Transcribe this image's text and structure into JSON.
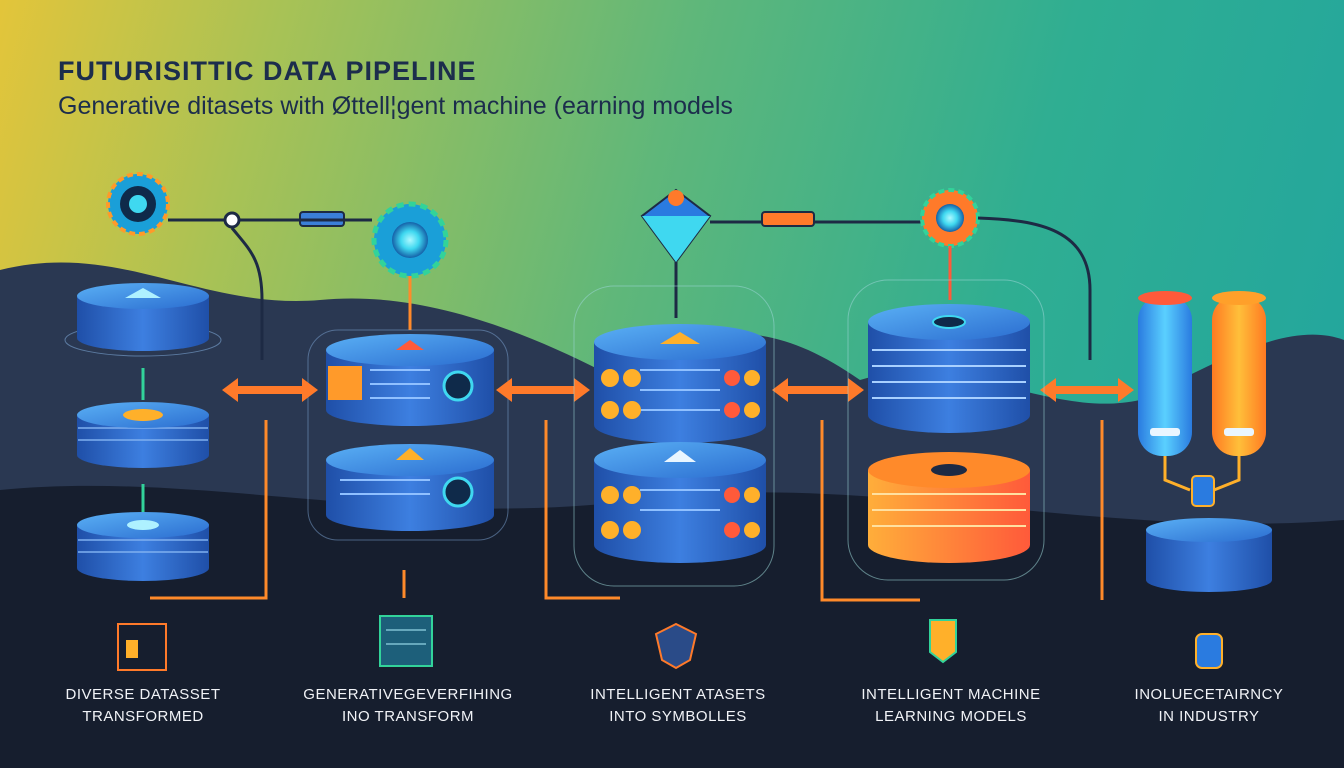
{
  "header": {
    "title": "FUTURISITTIC DATA PIPELINE",
    "subtitle": "Generative ditasets with Øttell¦gent machine (earning models"
  },
  "stages": [
    {
      "line1": "DIVERSE DATASSET",
      "line2": "TRANSFORMED"
    },
    {
      "line1": "GENERATIVEGEVERFIHING",
      "line2": "INO TRANSFORM"
    },
    {
      "line1": "INTELLIGENT ATASETS",
      "line2": "INTO SYMBOLLES"
    },
    {
      "line1": "INTELLIGENT MACHINE",
      "line2": "LEARNING MODELS"
    },
    {
      "line1": "INOLUECETAIRNCY",
      "line2": "IN INDUSTRY"
    }
  ],
  "colors": {
    "blue": "#2f6fd0",
    "cyan": "#3fe0f0",
    "orange": "#ff8a2a",
    "navy": "#1d2a44",
    "dark": "#141b2a"
  }
}
